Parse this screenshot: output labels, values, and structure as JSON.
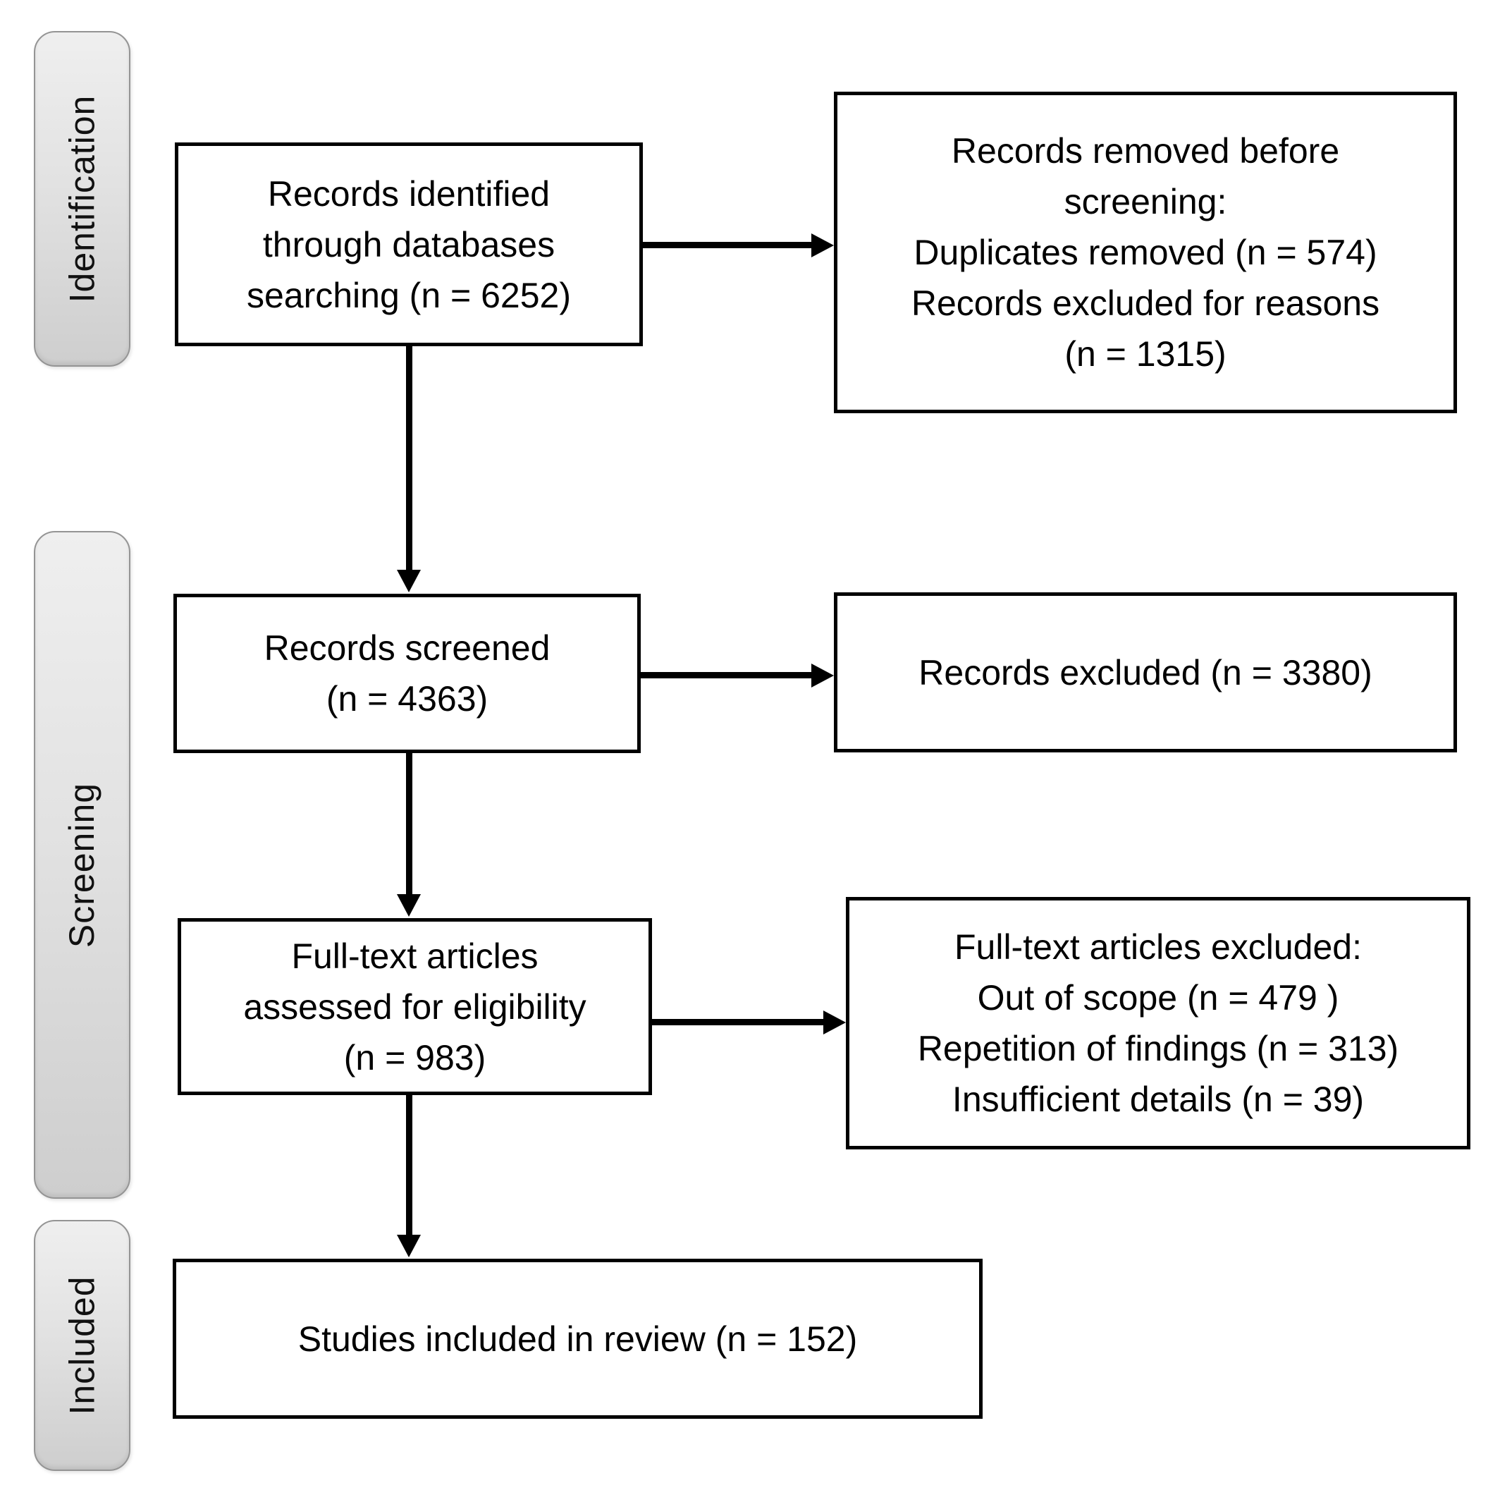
{
  "diagram": {
    "type": "prisma-flow-diagram",
    "stages": [
      {
        "label": "Identification"
      },
      {
        "label": "Screening"
      },
      {
        "label": "Included"
      }
    ],
    "boxes": {
      "identified": {
        "lines": [
          "Records identified",
          "through databases",
          "searching (n = 6252)"
        ],
        "n": 6252
      },
      "removed_before_screening": {
        "lines": [
          "Records removed before",
          "screening:",
          "Duplicates removed (n = 574)",
          "Records excluded for reasons",
          "(n = 1315)"
        ],
        "duplicates_removed_n": 574,
        "excluded_for_reasons_n": 1315
      },
      "screened": {
        "lines": [
          "Records screened",
          "(n = 4363)"
        ],
        "n": 4363
      },
      "records_excluded": {
        "lines": [
          "Records excluded (n = 3380)"
        ],
        "n": 3380
      },
      "fulltext_assessed": {
        "lines": [
          "Full-text articles",
          "assessed for eligibility",
          "(n = 983)"
        ],
        "n": 983
      },
      "fulltext_excluded": {
        "lines": [
          "Full-text articles excluded:",
          "Out of scope (n = 479 )",
          "Repetition of findings (n = 313)",
          "Insufficient details (n = 39)"
        ],
        "out_of_scope_n": 479,
        "repetition_of_findings_n": 313,
        "insufficient_details_n": 39
      },
      "included_in_review": {
        "lines": [
          "Studies included in review (n = 152)"
        ],
        "n": 152
      }
    },
    "colors": {
      "background": "#ffffff",
      "box_border": "#000000",
      "text": "#000000",
      "arrow": "#000000",
      "stage_fill_top": "#efefef",
      "stage_fill_bottom": "#cecece",
      "stage_border": "#949494"
    }
  }
}
